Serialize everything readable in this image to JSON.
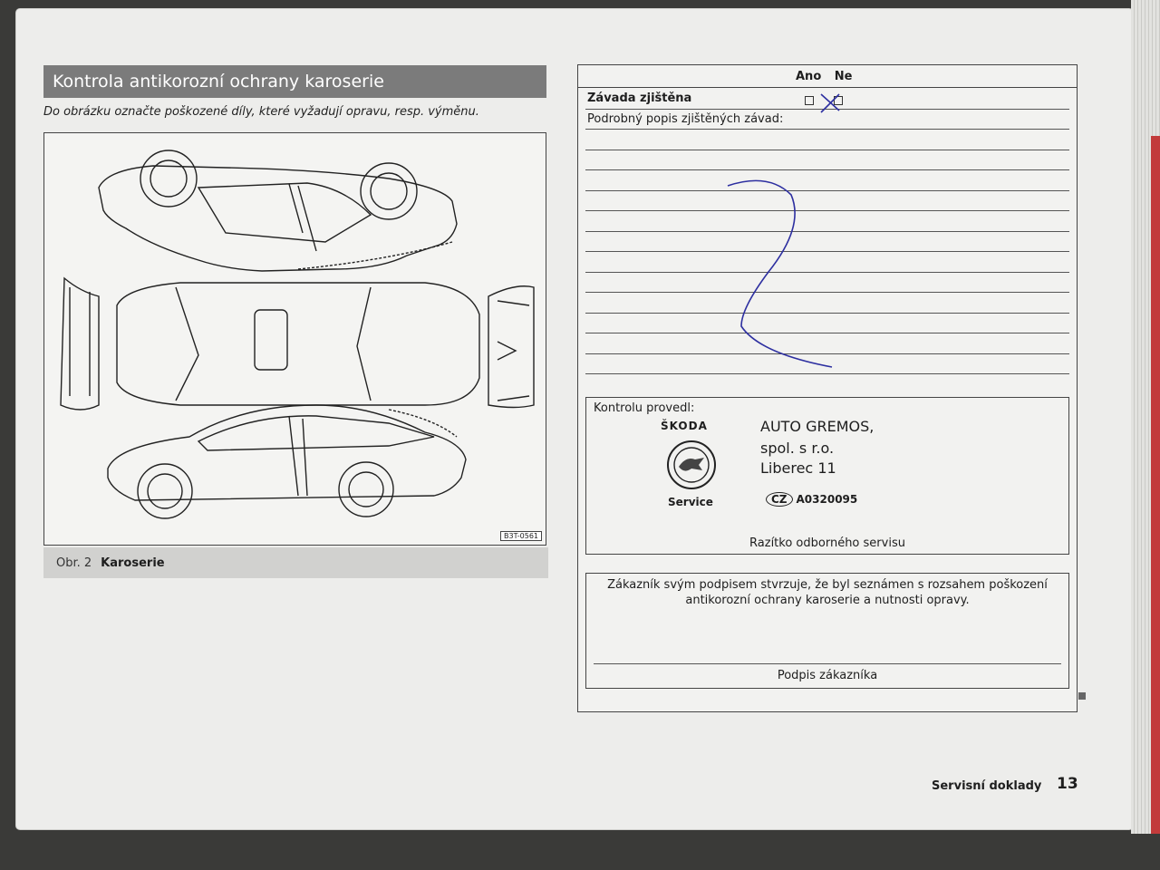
{
  "left": {
    "section_title": "Kontrola antikorozní ochrany karoserie",
    "instruction": "Do obrázku označte poškozené díly, které vyžadují opravu, resp. výměnu.",
    "figure_code": "B3T-0561",
    "caption_number": "Obr. 2",
    "caption_name": "Karoserie"
  },
  "form": {
    "yes_label": "Ano",
    "no_label": "Ne",
    "defect_label": "Závada zjištěna",
    "defect_answer": "Ne",
    "description_label": "Podrobný popis zjištěných závad:",
    "inspection": {
      "label": "Kontrolu provedl:",
      "stamp_brand": "ŠKODA",
      "stamp_service": "Service",
      "stamp_lines": [
        "AUTO GREMOS,",
        "spol. s r.o.",
        "Liberec 11"
      ],
      "stamp_country": "CZ",
      "stamp_code": "A0320095",
      "footer": "Razítko odborného servisu"
    },
    "customer": {
      "statement": "Zákazník svým podpisem stvrzuje, že byl seznámen s rozsahem poškození antikorozní ochrany karoserie a nutnosti opravy.",
      "footer": "Podpis zákazníka"
    }
  },
  "footer": {
    "section": "Servisní doklady",
    "page": "13"
  },
  "colors": {
    "title_bar": "#7b7b7b",
    "caption_bar": "#d1d1cf",
    "page": "#ededeb",
    "pen_ink": "#2d2fa0"
  }
}
